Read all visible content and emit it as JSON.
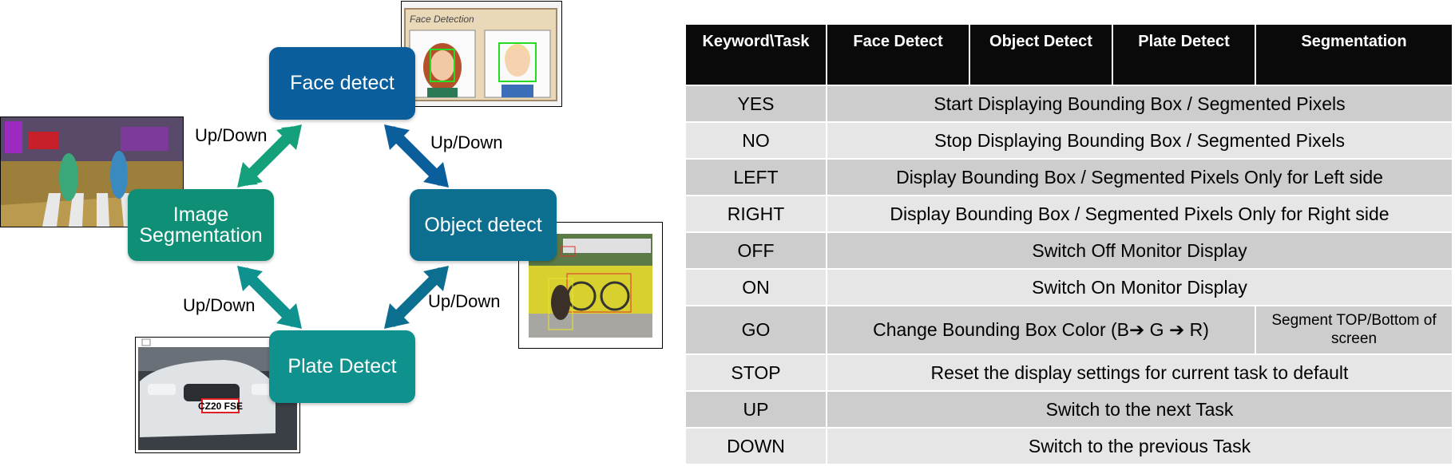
{
  "diagram": {
    "nodes": {
      "face": "Face detect",
      "object": "Object detect",
      "plate": "Plate Detect",
      "segmentation": "Image Segmentation"
    },
    "arrow_label": "Up/Down",
    "face_thumb_title": "Face Detection",
    "plate_text": "CZ20 FSE",
    "colors": {
      "face": "#0a5e9c",
      "object": "#0c6f90",
      "plate": "#0f918e",
      "segmentation": "#0f8f75",
      "arrow_blue": "#0a5e9c",
      "arrow_teal": "#0f918e",
      "arrow_green": "#13a07a"
    }
  },
  "table": {
    "headers": [
      "Keyword\\Task",
      "Face Detect",
      "Object Detect",
      "Plate Detect",
      "Segmentation"
    ],
    "rows": [
      {
        "keyword": "YES",
        "description": "Start Displaying Bounding Box / Segmented Pixels"
      },
      {
        "keyword": "NO",
        "description": "Stop Displaying Bounding Box / Segmented Pixels"
      },
      {
        "keyword": "LEFT",
        "description": "Display Bounding Box / Segmented Pixels Only for Left side"
      },
      {
        "keyword": "RIGHT",
        "description": "Display Bounding Box / Segmented Pixels Only for Right side"
      },
      {
        "keyword": "OFF",
        "description": "Switch Off Monitor Display"
      },
      {
        "keyword": "ON",
        "description": "Switch On Monitor Display"
      },
      {
        "keyword": "GO",
        "description": "Change Bounding Box Color (B➔ G ➔ R)",
        "segmentation": "Segment TOP/Bottom of screen"
      },
      {
        "keyword": "STOP",
        "description": "Reset the display settings for current task to default"
      },
      {
        "keyword": "UP",
        "description": "Switch to the next Task"
      },
      {
        "keyword": "DOWN",
        "description": "Switch to the previous Task"
      }
    ]
  }
}
